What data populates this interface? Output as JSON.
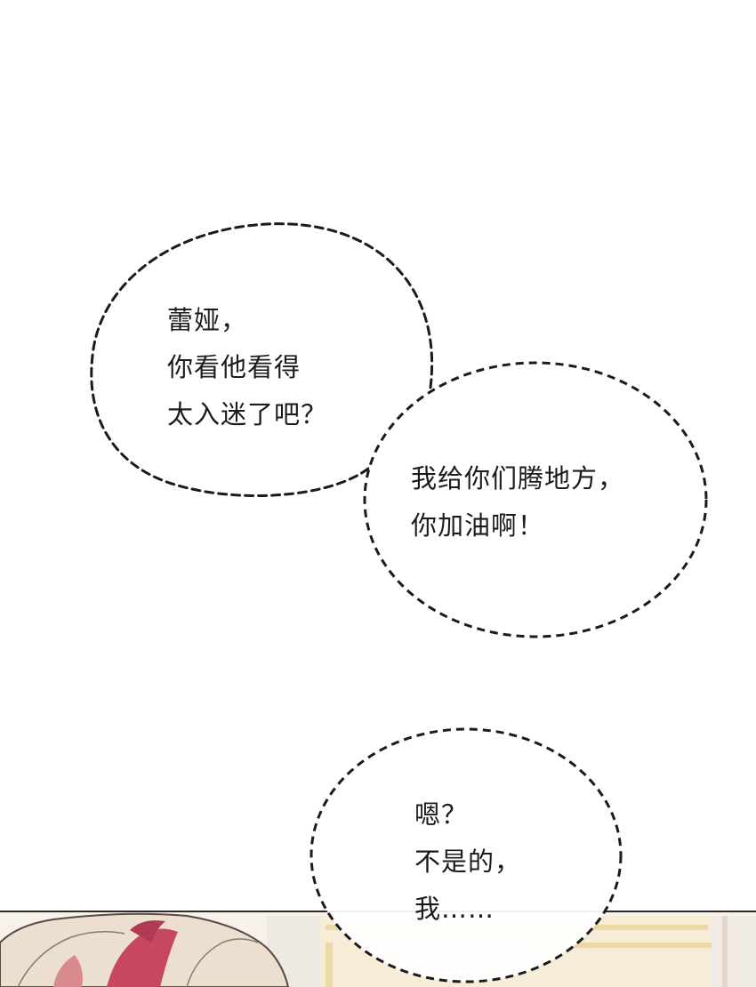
{
  "bubbles": [
    {
      "lines": [
        "蕾娅，",
        "你看他看得",
        "太入迷了吧？"
      ]
    },
    {
      "lines": [
        "我给你们腾地方，",
        "你加油啊！"
      ]
    },
    {
      "lines": [
        "嗯？",
        "不是的，",
        "我……"
      ]
    }
  ],
  "colors": {
    "background": "#ffffff",
    "text": "#1b1b1b",
    "bubble_outline": "#1b1b1b",
    "hair_blonde": "#e8d8c6",
    "hair_red": "#c7485e",
    "wall_gold": "#ecd9a4"
  }
}
